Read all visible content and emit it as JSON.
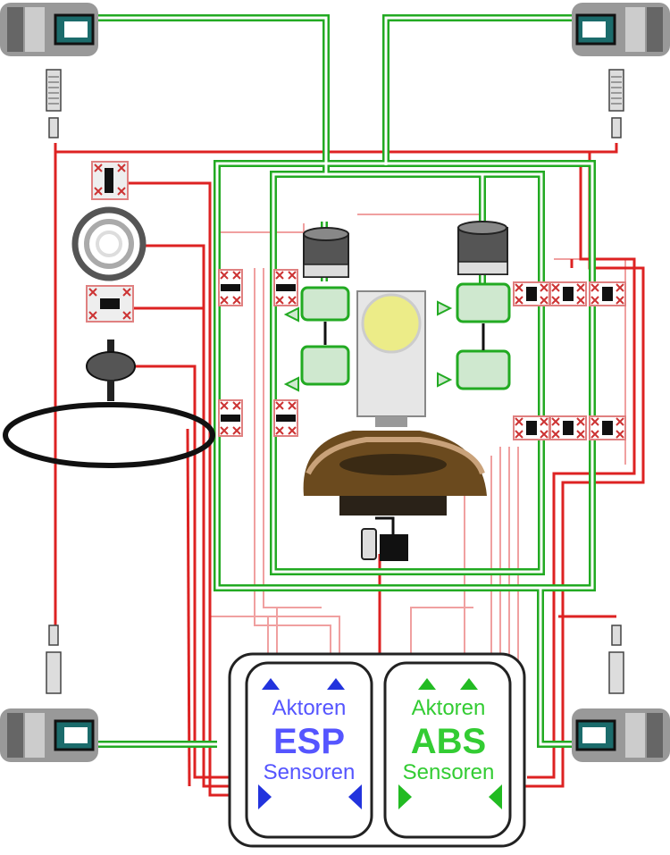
{
  "esp": {
    "actuators": "Aktoren",
    "title": "ESP",
    "sensors": "Sensoren",
    "color": "#5555ff",
    "arrow_color": "#2233dd"
  },
  "abs": {
    "actuators": "Aktoren",
    "title": "ABS",
    "sensors": "Sensoren",
    "color": "#33cc33",
    "arrow_color": "#22bb22"
  },
  "colors": {
    "hydraulic_line": "#22aa22",
    "electric_line": "#dd2222",
    "signal_line": "#f0a0a0",
    "valve_frame": "#e08080"
  },
  "icons": {
    "wheels": [
      "wheel-front-left-icon",
      "wheel-front-right-icon",
      "wheel-rear-left-icon",
      "wheel-rear-right-icon"
    ],
    "sensors": [
      "wheel-speed-sensor-icon"
    ],
    "pump": "hydraulic-pump-icon",
    "master_cylinder": "master-cylinder-icon",
    "brake_booster": "brake-booster-icon",
    "steering_wheel": "steering-wheel-icon",
    "steering_angle_sensor": "steering-angle-sensor-icon",
    "yaw_sensor": "yaw-rate-sensor-icon",
    "acceleration_sensor": "acceleration-sensor-icon",
    "brake_light_switch": "brake-light-switch-icon"
  }
}
